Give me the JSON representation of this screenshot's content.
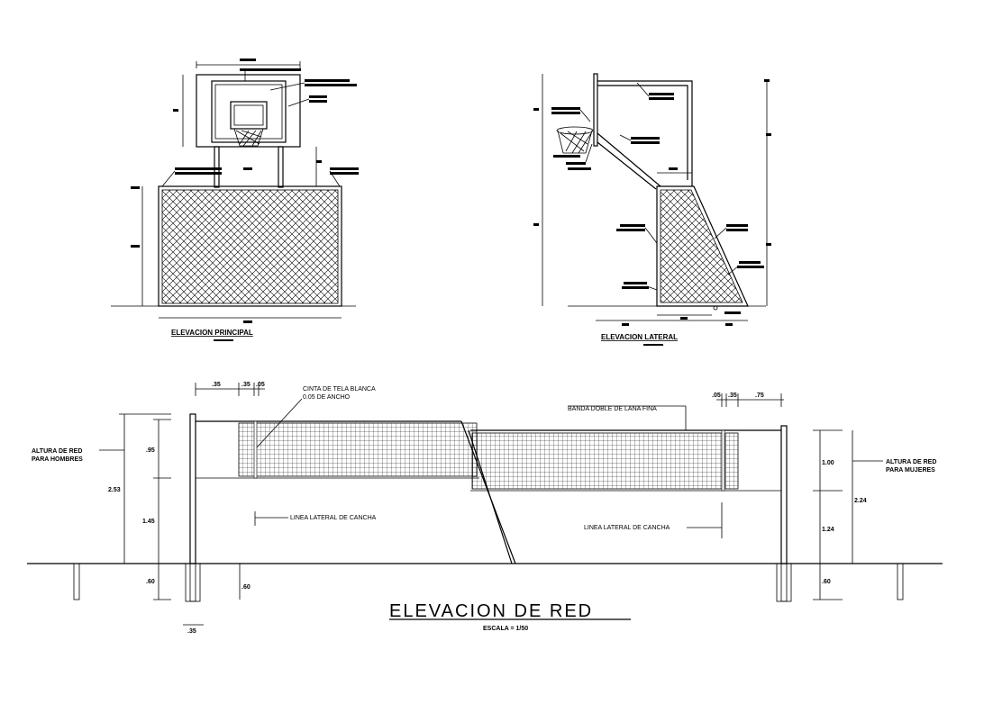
{
  "views": {
    "principal": {
      "title": "ELEVACION PRINCIPAL"
    },
    "lateral": {
      "title": "ELEVACION LATERAL"
    }
  },
  "net": {
    "title": "ELEVACION DE RED",
    "scale": "ESCALA = 1/50",
    "label_cinta_1": "CINTA DE TELA BLANCA",
    "label_cinta_2": "0.05 DE ANCHO",
    "label_banda": "BANDA DOBLE DE LANA FINA",
    "label_linea_left": "LINEA LATERAL DE CANCHA",
    "label_linea_right": "LINEA LATERAL DE CANCHA",
    "label_hombres_1": "ALTURA DE RED",
    "label_hombres_2": "PARA HOMBRES",
    "label_mujeres_1": "ALTURA DE RED",
    "label_mujeres_2": "PARA MUJERES",
    "dim_left_top": ".35",
    "dim_left_mid": ".35",
    "dim_left_small": ".05",
    "dim_right_small": ".05",
    "dim_right_mid": ".35",
    "dim_right_top": ".75",
    "dim_left_total": "2.53",
    "dim_left_net": ".95",
    "dim_left_lower": "1.45",
    "dim_left_foot": ".60",
    "dim_left_foot2": ".60",
    "dim_base": ".35",
    "dim_right_total": "2.24",
    "dim_right_net": "1.00",
    "dim_right_lower": "1.24",
    "dim_right_foot": ".60"
  }
}
